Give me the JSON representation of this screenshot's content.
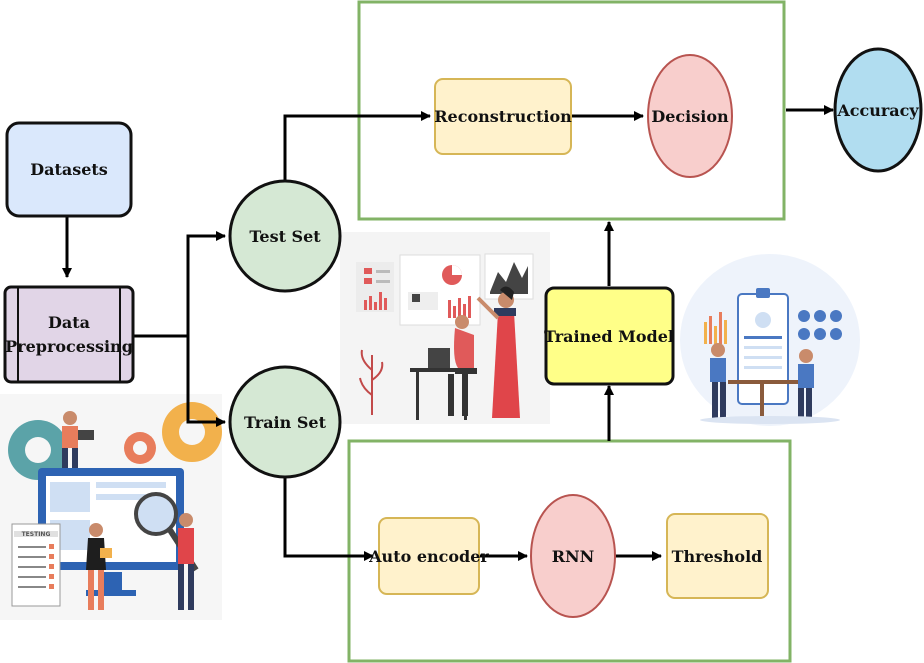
{
  "nodes": {
    "datasets": "Datasets",
    "preprocessing_line1": "Data",
    "preprocessing_line2": "Preprocessing",
    "test_set": "Test Set",
    "train_set": "Train Set",
    "reconstruction": "Reconstruction",
    "decision": "Decision",
    "accuracy": "Accuracy",
    "trained_model": "Trained Model",
    "auto_encoder": "Auto encoder",
    "rnn": "RNN",
    "threshold": "Threshold"
  },
  "illustrations": {
    "testing_label": "TESTING"
  },
  "colors": {
    "container_border": "#82b366",
    "datasets_fill": "#dae8fc",
    "preprocessing_fill": "#e1d5e7",
    "set_fill": "#d5e8d4",
    "set_stroke": "#111111",
    "process_fill": "#fff2cc",
    "process_stroke": "#d6b656",
    "rnn_fill": "#f8cecc",
    "rnn_stroke": "#b85450",
    "accuracy_fill": "#b1ddf0",
    "trained_model_fill": "#ffff88",
    "arrow": "#000000"
  }
}
